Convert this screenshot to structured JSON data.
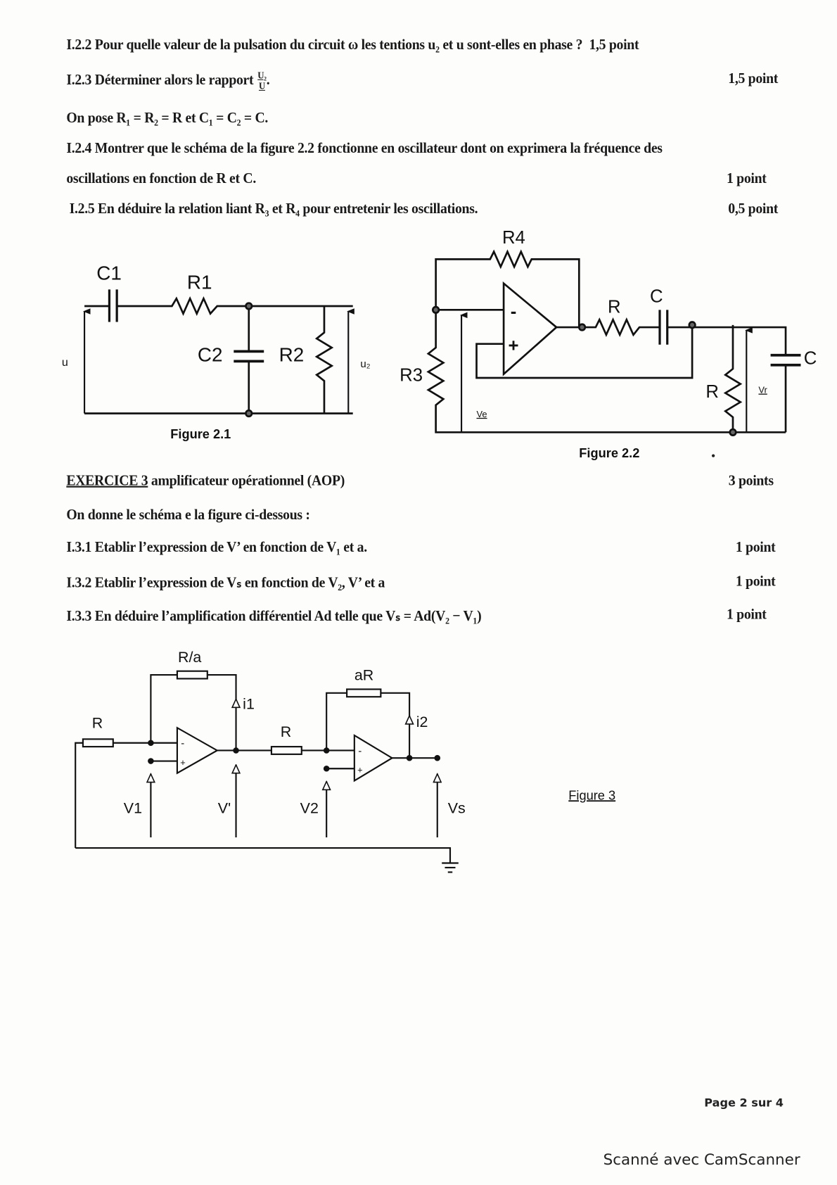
{
  "questions_part1": [
    {
      "text": "I.2.2 Pour quelle valeur de la pulsation du circuit ω les tentions u₂ et u sont-elles en phase ?",
      "points": "1,5 point"
    },
    {
      "text": "I.2.3 Déterminer alors le rapport",
      "fraction_num": "U₂",
      "fraction_den": "U",
      "points": "1,5 point"
    },
    {
      "text": "On pose R₁ = R₂ = R et C₁ = C₂ = C."
    },
    {
      "text": "I.2.4 Montrer que le schéma de la figure 2.2 fonctionne en oscillateur dont on exprimera la fréquence des"
    },
    {
      "text": "oscillations en fonction de R et C.",
      "points": "1 point"
    },
    {
      "text": "I.2.5 En déduire la relation liant R₃ et R₄ pour entretenir les oscillations.",
      "points": "0,5 point"
    }
  ],
  "figure21": {
    "caption": "Figure 2.1",
    "labels": {
      "c1": "C1",
      "r1": "R1",
      "c2": "C2",
      "r2": "R2",
      "u": "u",
      "u2": "u₂"
    }
  },
  "figure22": {
    "caption": "Figure 2.2",
    "labels": {
      "r4": "R4",
      "r3": "R3",
      "r": "R",
      "c": "C",
      "c_right": "C",
      "r_right": "R",
      "minus": "-",
      "plus": "+",
      "ve": "Ve",
      "vr": "Vr"
    }
  },
  "exercise3": {
    "title": "EXERCICE 3",
    "subtitle": "amplificateur opérationnel (AOP)",
    "points": "3 points",
    "intro": "On donne le schéma e la figure ci-dessous :",
    "questions": [
      {
        "text": "I.3.1 Etablir l’expression de V’ en fonction de V₁ et a.",
        "points": "1 point"
      },
      {
        "text": "I.3.2 Etablir l’expression de Vₛ en fonction de V₂, V’ et a",
        "points": "1 point"
      },
      {
        "text": "I.3.3 En déduire l’amplification différentiel Ad telle que Vₛ = Ad(V₂ − V₁)",
        "points": "1 point"
      }
    ]
  },
  "figure3": {
    "caption": "Figure 3",
    "labels": {
      "r_over_a": "R/a",
      "r1": "R",
      "r2": "R",
      "ar": "aR",
      "i1": "i1",
      "i2": "i2",
      "v1": "V1",
      "vprime": "V'",
      "v2": "V2",
      "vs": "Vs",
      "minus": "-",
      "plus": "+"
    }
  },
  "page_number": "Page 2 sur 4",
  "scanner_footer": "Scanné avec CamScanner"
}
